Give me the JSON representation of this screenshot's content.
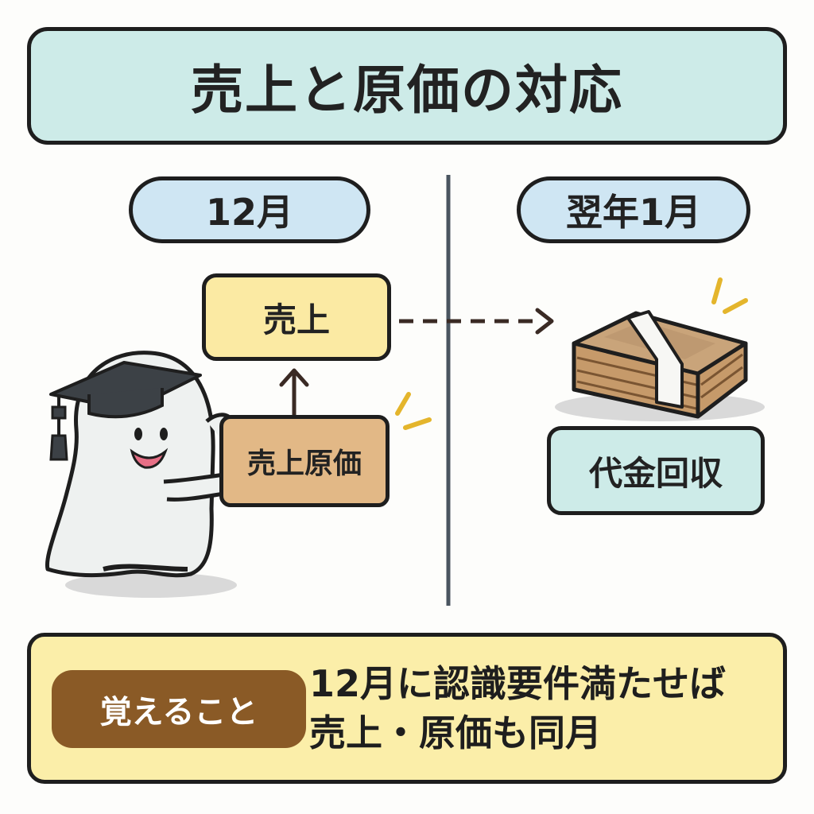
{
  "title": "売上と原価の対応",
  "left_column": {
    "period": "12月",
    "sales": "売上",
    "cost_of_sales": "売上原価"
  },
  "right_column": {
    "period": "翌年1月",
    "collection": "代金回収"
  },
  "note": {
    "badge": "覚えること",
    "line1": "12月に認識要件満たせば",
    "line2": "売上・原価も同月"
  },
  "colors": {
    "title_bg": "#cdebe8",
    "period_bg": "#cfe6f3",
    "sales_bg": "#fbeaa3",
    "cogs_bg": "#e2b886",
    "note_bg": "#fbeea9",
    "badge_bg": "#8a5a26"
  }
}
